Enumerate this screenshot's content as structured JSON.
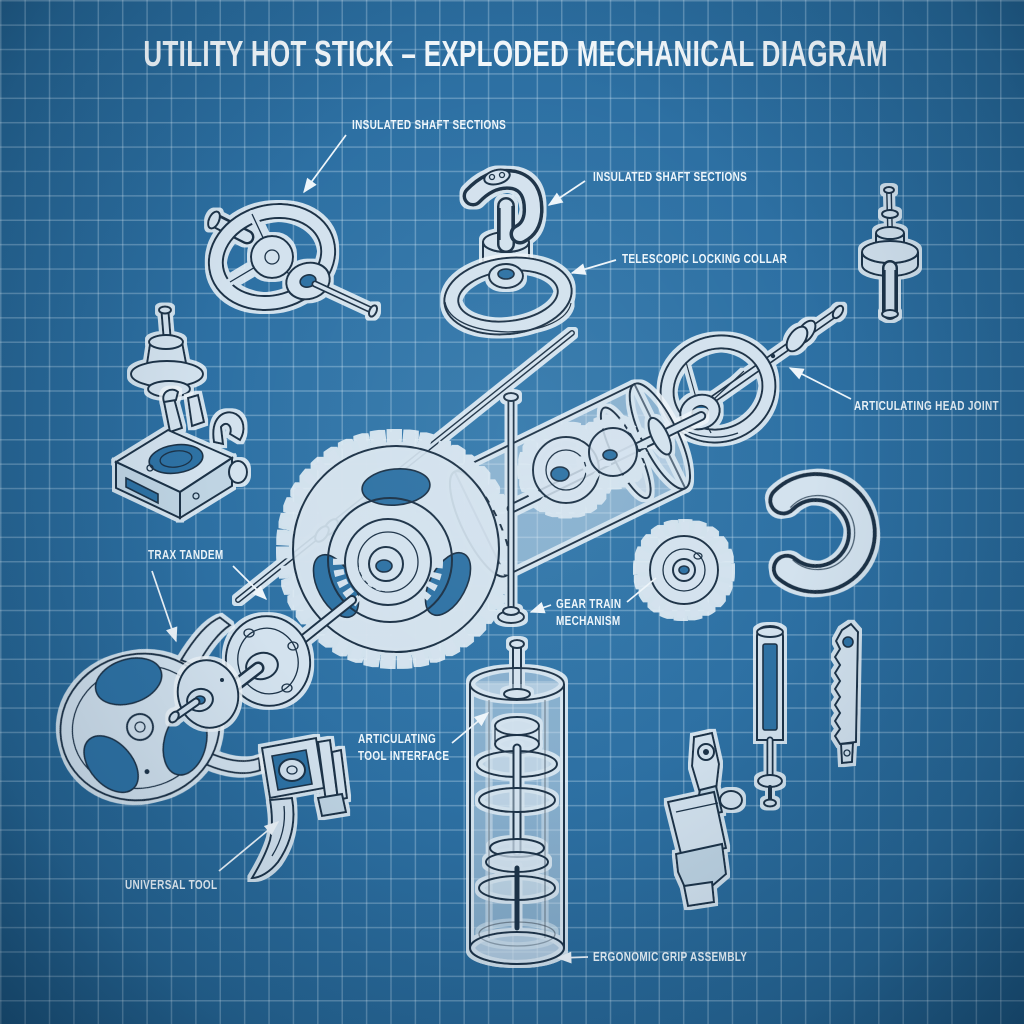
{
  "title": "UTILITY HOT STICK – EXPLODED MECHANICAL DIAGRAM",
  "labels": {
    "insulated_shaft_sections_a": "INSULATED SHAFT SECTIONS",
    "insulated_shaft_sections_b": "INSULATED SHAFT SECTIONS",
    "telescopic_locking_collar": "TELESCOPIC LOCKING COLLAR",
    "articulating_head_joint": "ARTICULATING HEAD JOINT",
    "trax_tandem": "TRAX TANDEM",
    "gear_train_line1": "GEAR TRAIN",
    "gear_train_line2": "MECHANISM",
    "tool_interface_line1": "ARTICULATING",
    "tool_interface_line2": "TOOL INTERFACE",
    "universal_tool": "UNIVERSAL TOOL",
    "ergonomic_grip_assembly": "ERGONOMIC GRIP ASSEMBLY"
  },
  "colors": {
    "background": "#2d70a3",
    "grid_line": "#d6eaf7",
    "ink": "#1b3247",
    "part_fill": "#d3e2ee",
    "halo": "#eef5fa",
    "label_text": "#eef6fb"
  }
}
